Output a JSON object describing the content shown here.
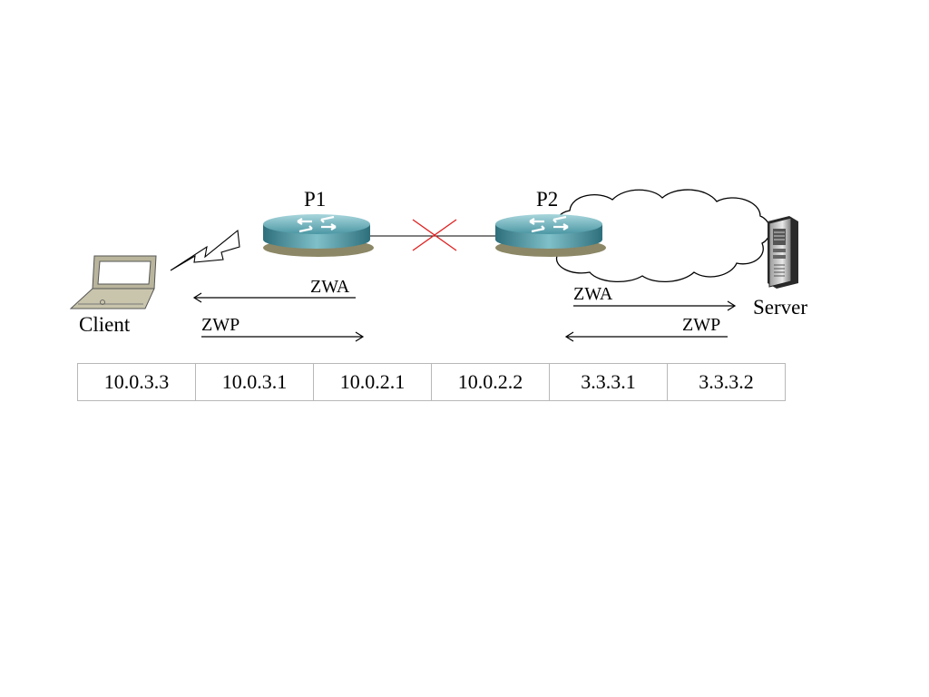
{
  "nodes": {
    "client": "Client",
    "p1": "P1",
    "p2": "P2",
    "server": "Server"
  },
  "flows": {
    "zwa_left": "ZWA",
    "zwp_left": "ZWP",
    "zwa_right": "ZWA",
    "zwp_right": "ZWP"
  },
  "addresses": [
    "10.0.3.3",
    "10.0.3.1",
    "10.0.2.1",
    "10.0.2.2",
    "3.3.3.1",
    "3.3.3.2"
  ],
  "colors": {
    "link_break": "#e02020",
    "router": "#3f8a98",
    "laptop": "#a8a48a"
  },
  "icons": [
    "laptop-icon",
    "wireless-lightning-icon",
    "router-icon",
    "cloud-icon",
    "server-icon",
    "link-break-x-icon"
  ]
}
